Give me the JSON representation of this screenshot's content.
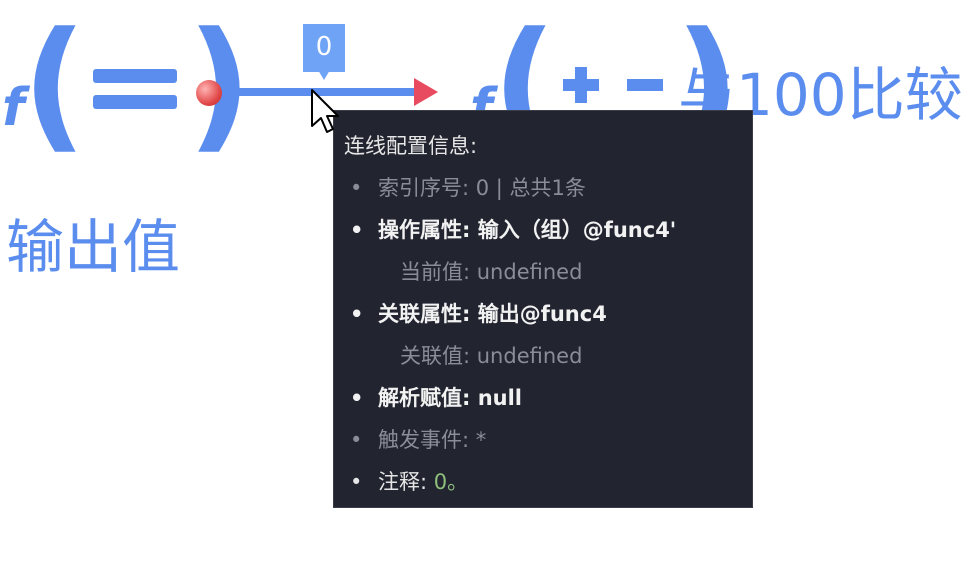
{
  "left_node": {
    "f_glyph": "f",
    "paren_left": "(",
    "paren_right": ")",
    "label": "输出值"
  },
  "right_node": {
    "f_glyph": "f",
    "paren_left": "(",
    "paren_right": ")",
    "label": "与100比较"
  },
  "connection": {
    "badge": "0",
    "line_color": "#5b8def",
    "start_color": "#e24a4a",
    "arrow_color": "#e84a5f"
  },
  "tooltip": {
    "title": "连线配置信息:",
    "rows": [
      {
        "bullet": "•",
        "text": "索引序号: 0 | 总共1条"
      },
      {
        "bullet": "•",
        "text": "操作属性: 输入（组）@func4'"
      },
      {
        "sub": "当前值: undefined"
      },
      {
        "bullet": "•",
        "text": "关联属性: 输出@func4"
      },
      {
        "sub": "关联值: undefined"
      },
      {
        "bullet": "•",
        "text": "解析赋值: null"
      },
      {
        "bullet": "•",
        "text": "触发事件: *"
      },
      {
        "bullet": "•",
        "label": "注释: ",
        "value": "0。"
      }
    ]
  },
  "colors": {
    "accent": "#5b8def",
    "tooltip_bg": "#222430",
    "comment_value": "#8ec07c"
  }
}
